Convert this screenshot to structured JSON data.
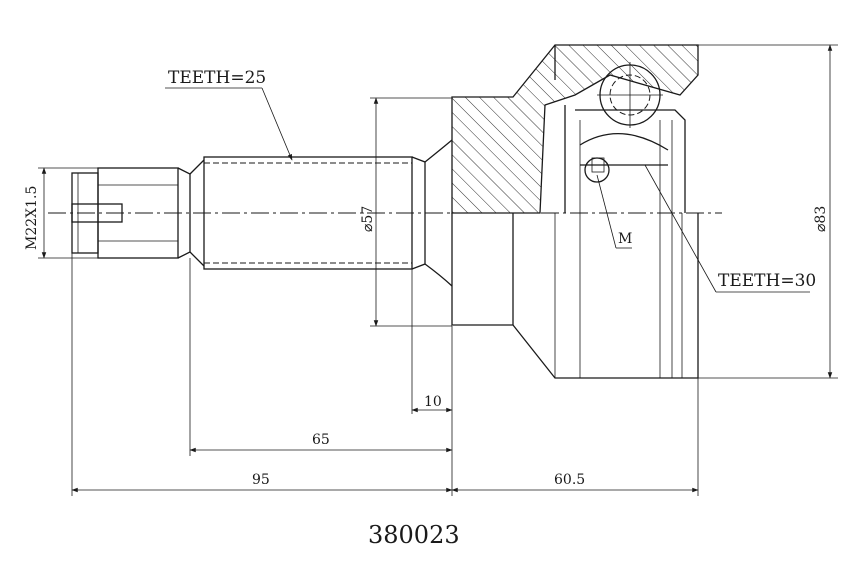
{
  "callouts": {
    "outer_teeth": "TEETH=25",
    "inner_teeth": "TEETH=30",
    "m_label": "M"
  },
  "dimensions": {
    "thread": "M22X1.5",
    "shaft_diameter": "⌀57",
    "housing_diameter": "⌀83",
    "d_10": "10",
    "d_65": "65",
    "d_95": "95",
    "d_60_5": "60.5"
  },
  "part_number": "380023"
}
